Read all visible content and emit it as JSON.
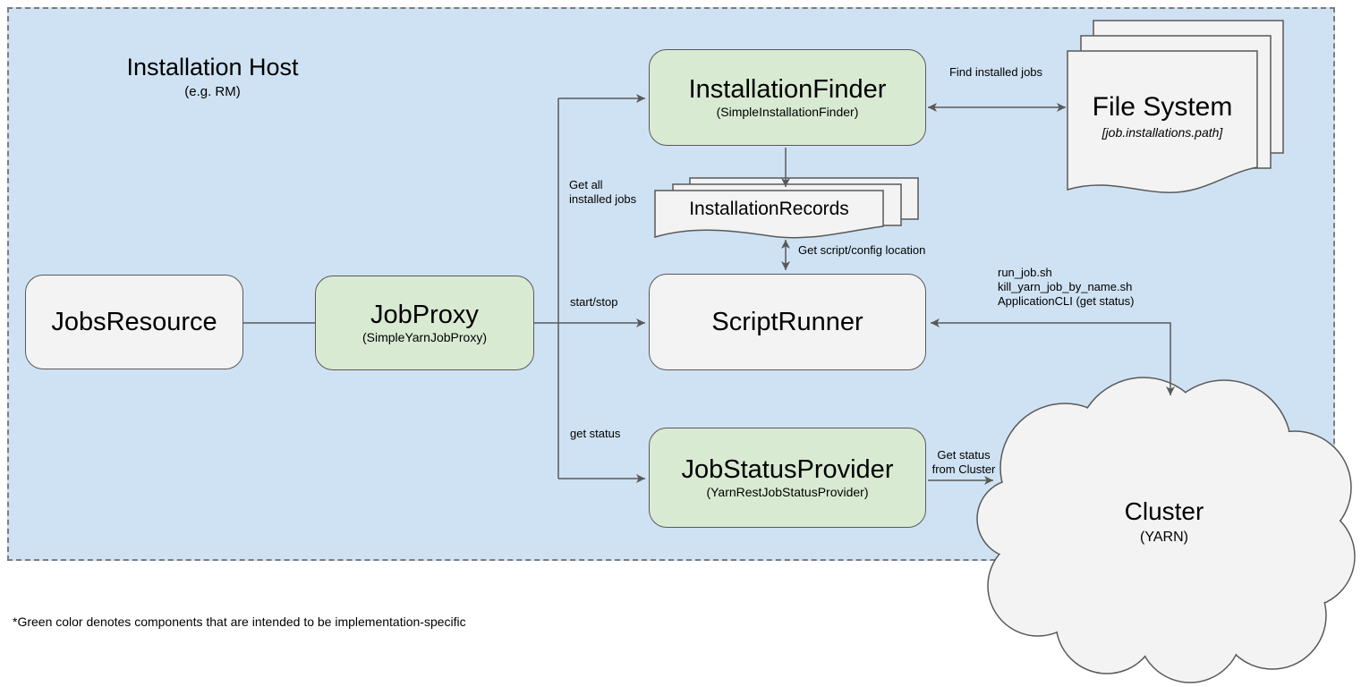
{
  "host": {
    "title": "Installation Host",
    "subtitle": "(e.g. RM)"
  },
  "nodes": {
    "jobs_resource": {
      "title": "JobsResource"
    },
    "job_proxy": {
      "title": "JobProxy",
      "subtitle": "(SimpleYarnJobProxy)"
    },
    "installation_finder": {
      "title": "InstallationFinder",
      "subtitle": "(SimpleInstallationFinder)"
    },
    "installation_records": {
      "title": "InstallationRecords"
    },
    "script_runner": {
      "title": "ScriptRunner"
    },
    "job_status_provider": {
      "title": "JobStatusProvider",
      "subtitle": "(YarnRestJobStatusProvider)"
    },
    "file_system": {
      "title": "File System",
      "subtitle": "[job.installations.path]"
    },
    "cluster": {
      "title": "Cluster",
      "subtitle": "(YARN)"
    }
  },
  "edges": {
    "find_installed_jobs": "Find installed jobs",
    "get_all_installed_jobs": "Get all\ninstalled jobs",
    "get_script_config_location": "Get script/config location",
    "start_stop": "start/stop",
    "get_status": "get status",
    "script_runner_cluster": "run_job.sh\nkill_yarn_job_by_name.sh\nApplicationCLI (get status)",
    "get_status_from_cluster": "Get status\nfrom Cluster"
  },
  "footnote": "*Green color denotes components that are intended to be implementation-specific",
  "colors": {
    "host_background": "#cfe2f3",
    "implementation_specific_fill": "#d9ead3",
    "neutral_fill": "#f3f3f3",
    "border": "#595959"
  }
}
